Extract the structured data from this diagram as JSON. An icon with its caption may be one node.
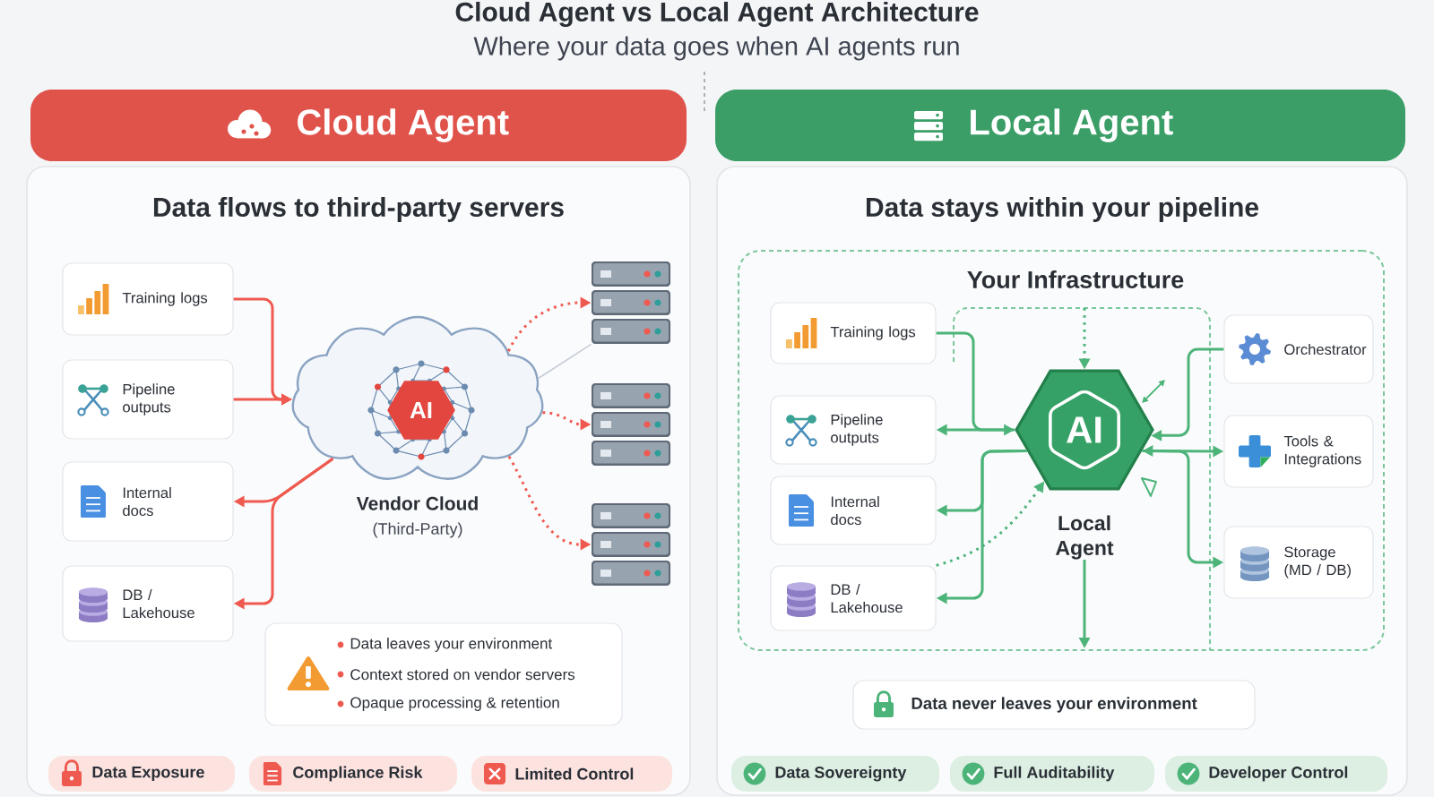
{
  "diagram": {
    "title": "Cloud Agent vs Local Agent Architecture",
    "nodes": [
      {
        "text": [
          "Cloud Agent"
        ]
      },
      {
        "text": [
          "Data flows to third-party servers"
        ]
      },
      {
        "text": [
          "Training logs"
        ],
        "in": 1
      },
      {
        "text": [
          "Pipeline outputs"
        ],
        "in": 1
      },
      {
        "text": [
          "Internal docs"
        ],
        "in": 1
      },
      {
        "text": [
          "DB / Lakehouse"
        ],
        "in": 1
      },
      {
        "text": [
          "Vendor Cloud",
          "(Third-Party)"
        ],
        "in": 1
      },
      {
        "text": [
          "AI"
        ],
        "in": 6
      },
      {
        "text": [],
        "shape": "server",
        "in": 1
      },
      {
        "text": [],
        "shape": "server",
        "in": 1
      },
      {
        "text": [],
        "shape": "server",
        "in": 1
      },
      {
        "text": [
          "Data leaves your environment",
          "Context stored on vendor servers",
          "Opaque processing & retention"
        ],
        "in": 1
      },
      {
        "text": [
          "Data Exposure"
        ],
        "in": 1
      },
      {
        "text": [
          "Compliance Risk"
        ],
        "in": 1
      },
      {
        "text": [
          "Limited Control"
        ],
        "in": 1
      },
      {
        "text": [
          "Local Agent"
        ]
      },
      {
        "text": [
          "Data stays within your pipeline"
        ]
      },
      {
        "text": [
          "Your Infrastructure"
        ],
        "in": 16
      },
      {
        "text": [
          "Training logs"
        ],
        "in": 17
      },
      {
        "text": [
          "Pipeline outputs"
        ],
        "in": 17
      },
      {
        "text": [
          "Internal docs"
        ],
        "in": 17
      },
      {
        "text": [
          "DB / Lakehouse"
        ],
        "in": 17
      },
      {
        "text": [
          "AI",
          "Local Agent"
        ],
        "in": 17
      },
      {
        "text": [
          "Orchestrator"
        ],
        "in": 17
      },
      {
        "text": [
          "Tools & Integrations"
        ],
        "in": 17
      },
      {
        "text": [
          "Storage (MD / DB)"
        ],
        "in": 17
      },
      {
        "text": [
          "Data never leaves your environment"
        ],
        "in": 16
      },
      {
        "text": [
          "Data Sovereignty"
        ],
        "in": 16
      },
      {
        "text": [
          "Full Auditability"
        ],
        "in": 16
      },
      {
        "text": [
          "Developer Control"
        ],
        "in": 16
      }
    ],
    "edges": [
      {
        "from": 2,
        "to": 6,
        "arrow": "to",
        "color": "#ef5a50"
      },
      {
        "from": 3,
        "to": 6,
        "arrow": "to",
        "color": "#ef5a50"
      },
      {
        "from": 6,
        "to": 4,
        "arrow": "to",
        "color": "#ef5a50"
      },
      {
        "from": 6,
        "to": 5,
        "arrow": "to",
        "color": "#ef5a50"
      },
      {
        "from": 6,
        "to": 8,
        "arrow": "to",
        "style": "dashed",
        "color": "#ef5a50"
      },
      {
        "from": 6,
        "to": 9,
        "arrow": "to",
        "style": "dashed",
        "color": "#ef5a50"
      },
      {
        "from": 6,
        "to": 10,
        "arrow": "to",
        "style": "dashed",
        "color": "#ef5a50"
      },
      {
        "from": 6,
        "to": 8,
        "arrow": "none",
        "color": "#c5cdd7"
      },
      {
        "from": 18,
        "to": 22,
        "arrow": "to"
      },
      {
        "from": 22,
        "to": 19,
        "arrow": "to"
      },
      {
        "from": 22,
        "to": 20,
        "arrow": "to"
      },
      {
        "from": 22,
        "to": 21,
        "arrow": "to"
      },
      {
        "from": 21,
        "to": 22,
        "arrow": "to",
        "style": "dashed"
      },
      {
        "from": null,
        "to": 22,
        "arrow": "to",
        "style": "dashed"
      },
      {
        "from": 23,
        "to": 22,
        "arrow": "to"
      },
      {
        "from": 22,
        "to": 24,
        "arrow": "both"
      },
      {
        "from": 22,
        "to": 25,
        "arrow": "to"
      },
      {
        "from": 22,
        "to": null,
        "arrow": "to"
      }
    ],
    "labels": [
      "Where your data goes when AI agents run"
    ]
  }
}
